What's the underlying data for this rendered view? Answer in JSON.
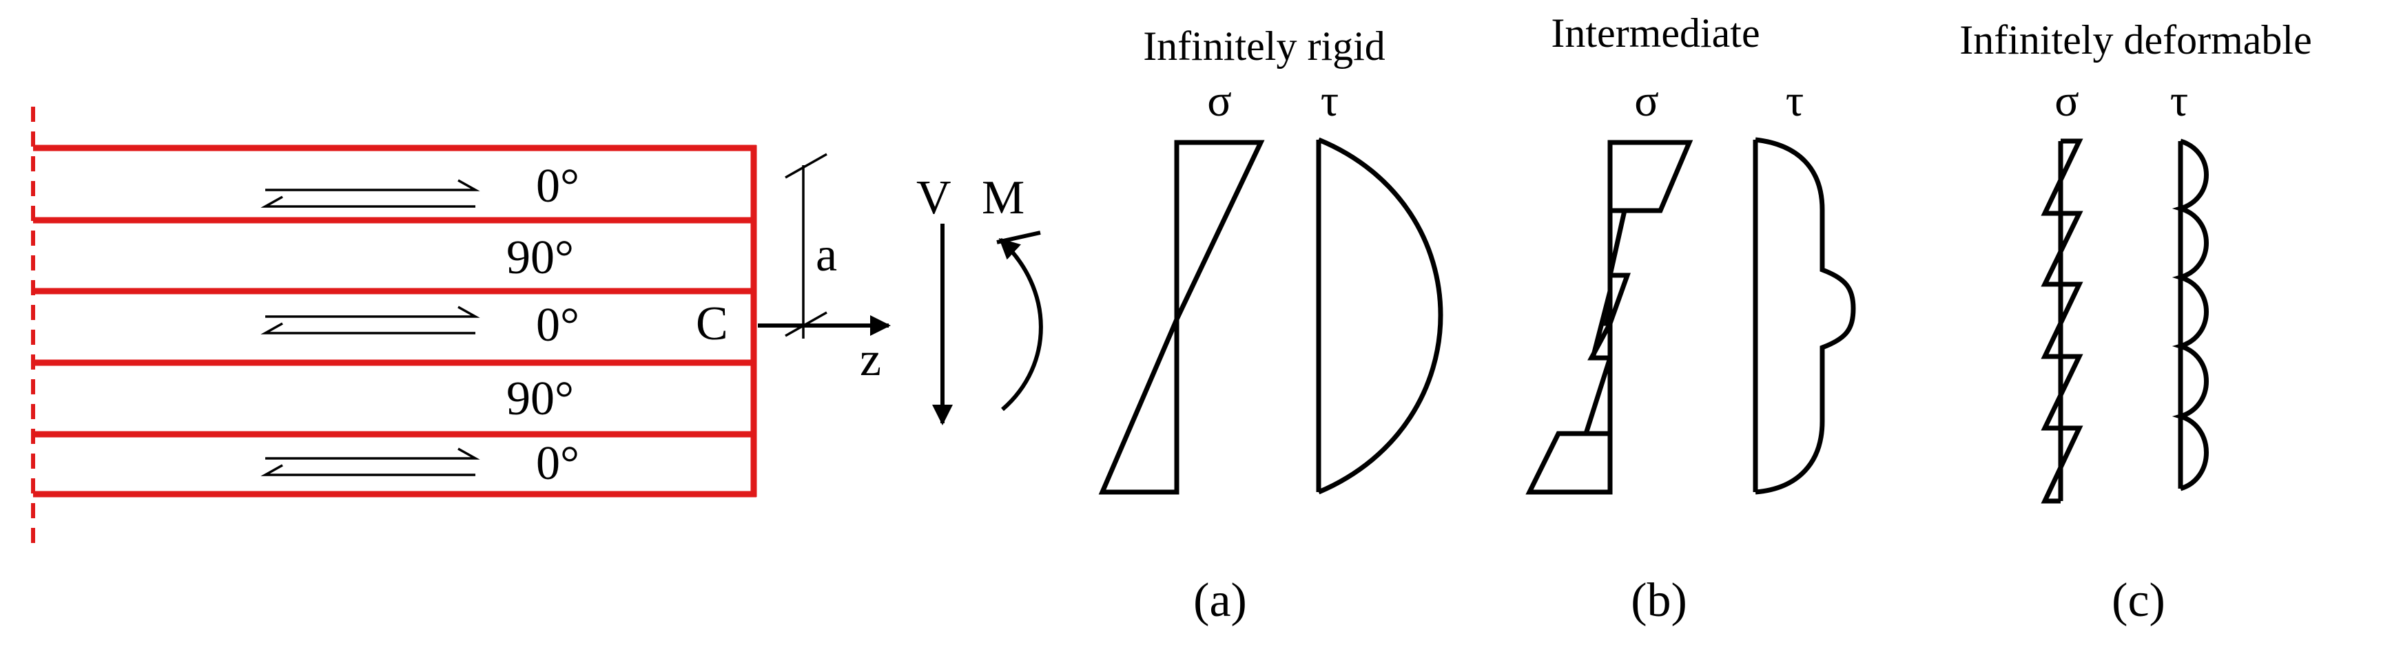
{
  "colors": {
    "laminate": "#e01a1a",
    "ink": "#000000"
  },
  "laminate": {
    "plies": [
      {
        "angle": "0°",
        "arrows": true
      },
      {
        "angle": "90°",
        "arrows": false
      },
      {
        "angle": "0°",
        "arrows": true
      },
      {
        "angle": "90°",
        "arrows": false
      },
      {
        "angle": "0°",
        "arrows": true
      }
    ],
    "point_label": "C",
    "axis_label": "z",
    "dimension_label": "a"
  },
  "loads": {
    "shear_label": "V",
    "moment_label": "M"
  },
  "cases": [
    {
      "heading": "Infinitely rigid",
      "sigma": "σ",
      "tau": "τ",
      "caption": "(a)"
    },
    {
      "heading": "Intermediate",
      "sigma": "σ",
      "tau": "τ",
      "caption": "(b)"
    },
    {
      "heading": "Infinitely deformable",
      "sigma": "σ",
      "tau": "τ",
      "caption": "(c)"
    }
  ]
}
